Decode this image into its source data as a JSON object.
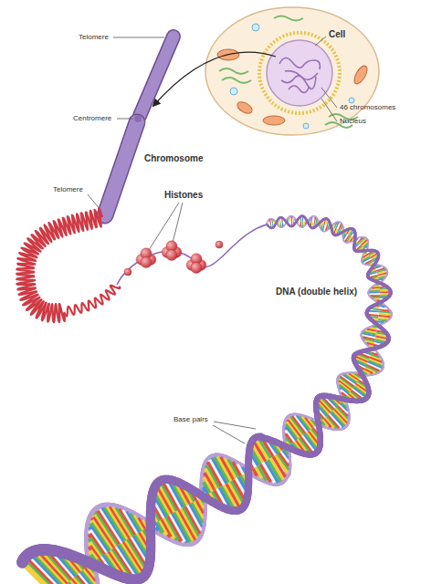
{
  "diagram": {
    "labels": [
      "Telomere",
      "Centromere",
      "Chromosome",
      "Cell",
      "46 chromosomes",
      "Nucleus",
      "Telomere",
      "Histones",
      "DNA (double helix)",
      "Base pairs"
    ]
  }
}
